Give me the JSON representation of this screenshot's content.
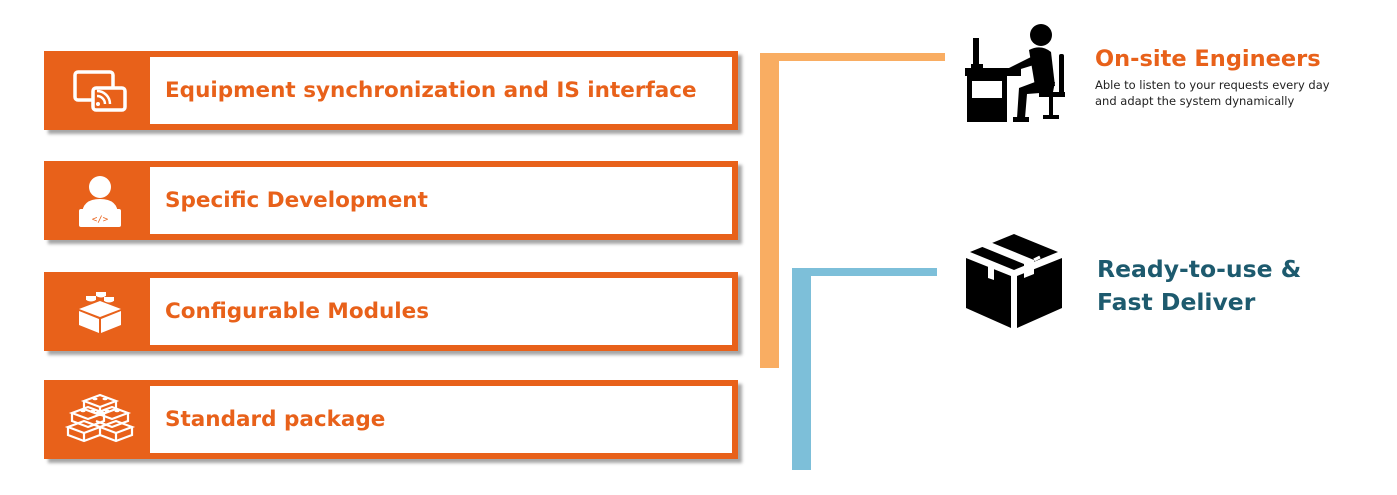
{
  "tiers": [
    {
      "label": "Equipment synchronization and IS interface",
      "icon": "screen-cast-icon"
    },
    {
      "label": "Specific Development",
      "icon": "developer-icon"
    },
    {
      "label": "Configurable Modules",
      "icon": "building-blocks-icon"
    },
    {
      "label": "Standard package",
      "icon": "brick-stack-icon"
    }
  ],
  "onsite": {
    "title": "On-site Engineers",
    "description_line1": "Able to listen to your requests every day",
    "description_line2": "and adapt the system dynamically",
    "icon": "engineer-at-desk-icon"
  },
  "ready": {
    "line1": "Ready-to-use &",
    "line2": "Fast Deliver",
    "icon": "package-box-icon"
  },
  "colors": {
    "orange": "#e8611a",
    "orange_connector": "#f9ad62",
    "blue_connector": "#7dbfd9",
    "teal_text": "#1d5a6e"
  }
}
